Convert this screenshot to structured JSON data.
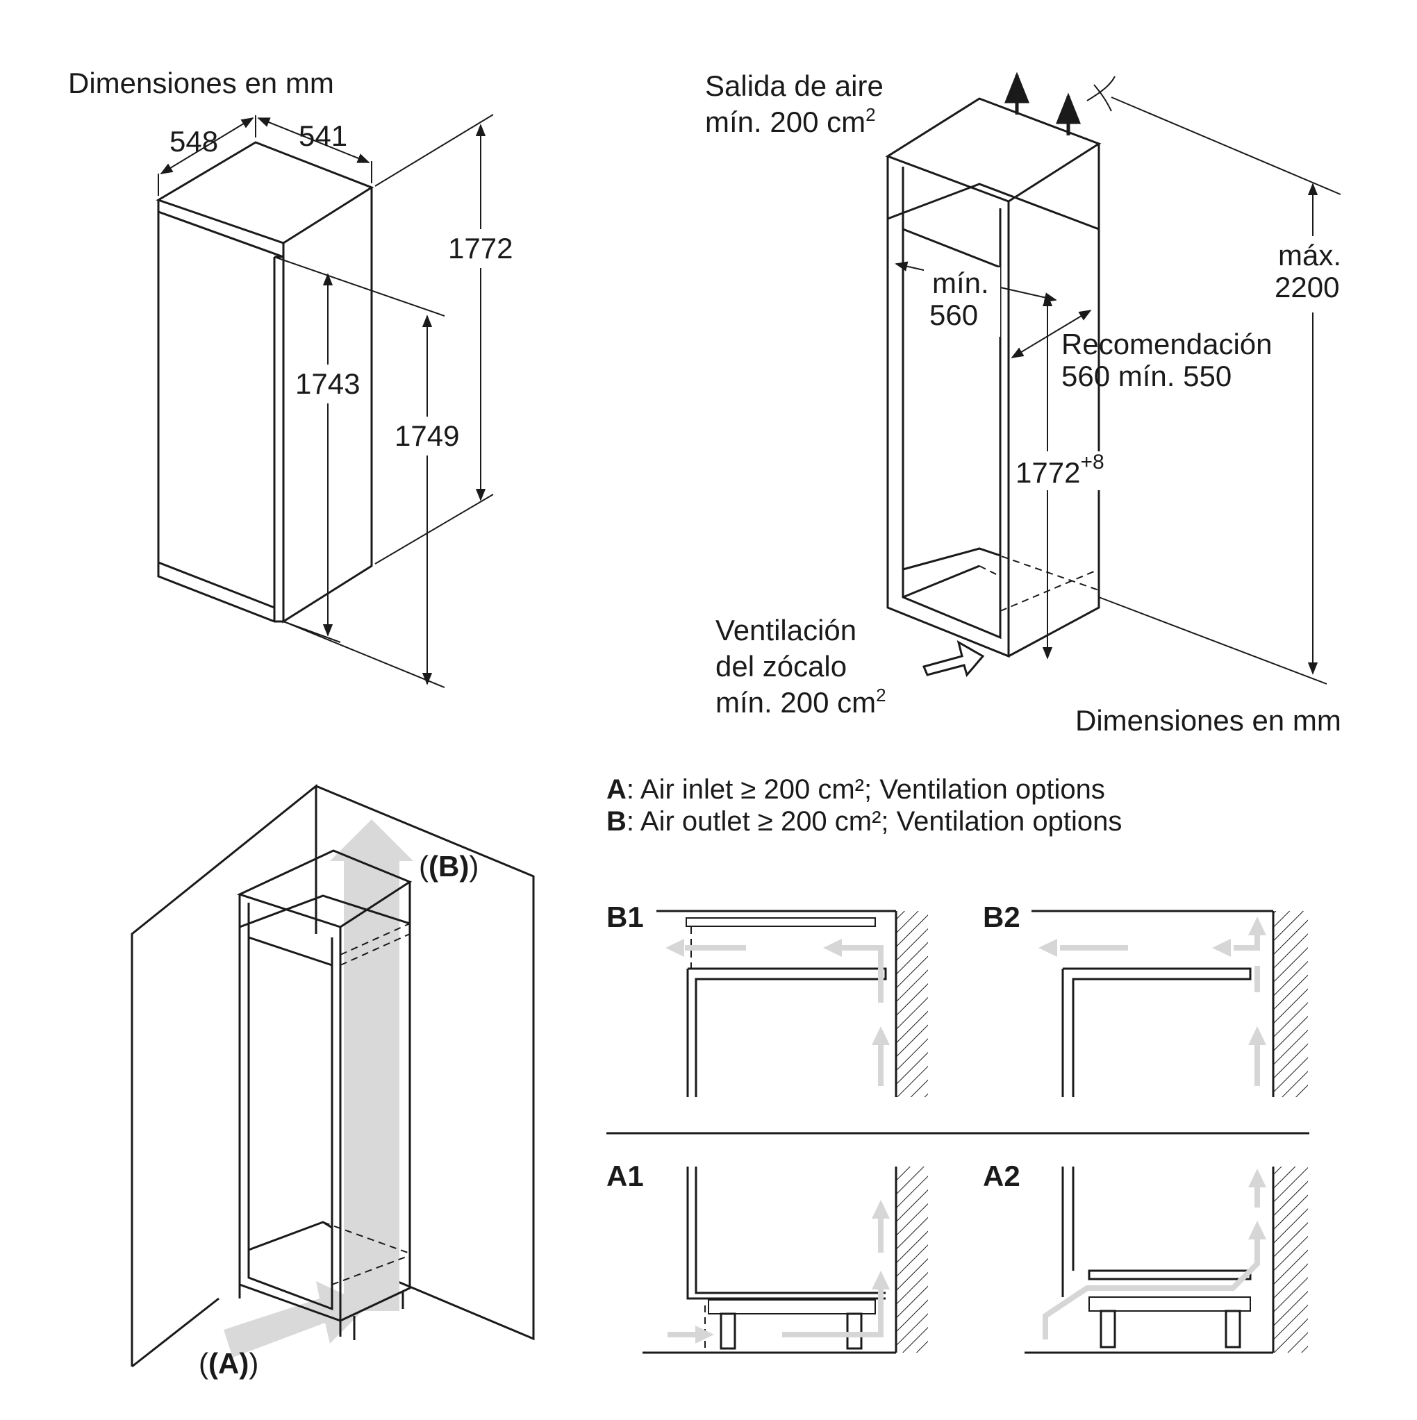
{
  "fridge": {
    "title": "Dimensiones en mm",
    "depth": "548",
    "width": "541",
    "height_total": "1772",
    "height_door": "1743",
    "height_body": "1749"
  },
  "niche": {
    "outlet_line1": "Salida de aire",
    "outlet_line2": "mín. 200 cm",
    "outlet_sup": "2",
    "max_line1": "máx.",
    "max_line2": "2200",
    "min_line1": "mín.",
    "min_line2": "560",
    "rec_line1": "Recomendación",
    "rec_line2": "560 mín. 550",
    "height": "1772",
    "height_sup": "+8",
    "plinth_line1": "Ventilación",
    "plinth_line2": "del zócalo",
    "plinth_line3": "mín. 200 cm",
    "plinth_sup": "2",
    "units": "Dimensiones en mm"
  },
  "room": {
    "label_b": "(B)",
    "label_a": "(A)"
  },
  "legend": {
    "a_key": "A",
    "a_text": ": Air inlet ≥ 200 cm²; Ventilation options",
    "b_key": "B",
    "b_text": ": Air outlet ≥ 200 cm²; Ventilation options"
  },
  "options": {
    "b1": "B1",
    "b2": "B2",
    "a1": "A1",
    "a2": "A2"
  }
}
